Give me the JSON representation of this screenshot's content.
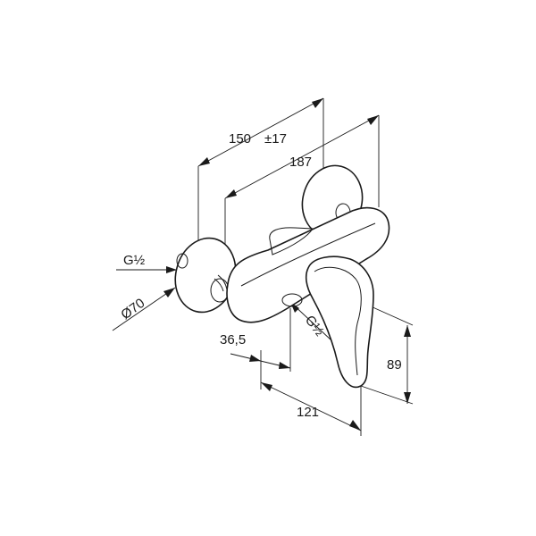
{
  "dimensions": {
    "width_center": "150",
    "tolerance": "±17",
    "overall_width": "187",
    "thread_inlet": "G½",
    "rosette_diameter": "Ø70",
    "thread_outlet": "G½",
    "outlet_offset": "36,5",
    "outlet_to_lever": "121",
    "lever_height": "89"
  }
}
